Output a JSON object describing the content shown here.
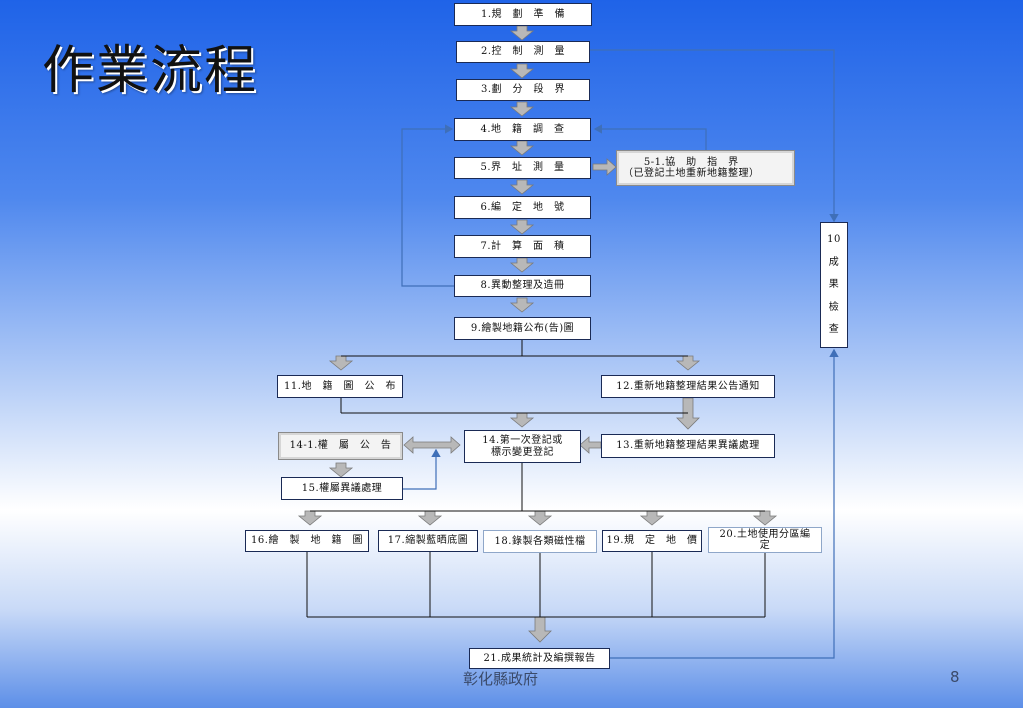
{
  "title": "作業流程",
  "steps": {
    "s1": "1.規　劃　準　備",
    "s2": "2.控　制　測　量",
    "s3": "3.劃　分　段　界",
    "s4": "4.地　籍　調　查",
    "s5": "5.界　址　測　量",
    "s5_1": "5-1.協　助　指　界\n（已登記土地重新地籍整理）",
    "s6": "6.編　定　地　號",
    "s7": "7.計　算　面　積",
    "s8": "8.異動整理及造冊",
    "s9": "9.繪製地籍公布(告)圖",
    "s10": [
      "10",
      "成",
      "果",
      "檢",
      "查"
    ],
    "s11": "11.地　籍　圖　公　布",
    "s12": "12.重新地籍整理結果公告通知",
    "s13": "13.重新地籍整理結果異議處理",
    "s14": "14.第一次登記或\n標示變更登記",
    "s14_1": "14-1.權　屬　公　告",
    "s15": "15.權屬異議處理",
    "s16": "16.繪　製　地　籍　圖",
    "s17": "17.縮製藍晒底圖",
    "s18": "18.錄製各類磁性檔",
    "s19": "19.規　定　地　價",
    "s20": "20.土地使用分區編\n定",
    "s21": "21.成果統計及編撰報告"
  },
  "footer": {
    "organization": "彰化縣政府",
    "page_number": "8"
  },
  "colors": {
    "arrow_fill": "#b8b8b8",
    "arrow_stroke": "#7a7a7a",
    "blue_line": "#3f6fb8",
    "black_line": "#111111"
  }
}
